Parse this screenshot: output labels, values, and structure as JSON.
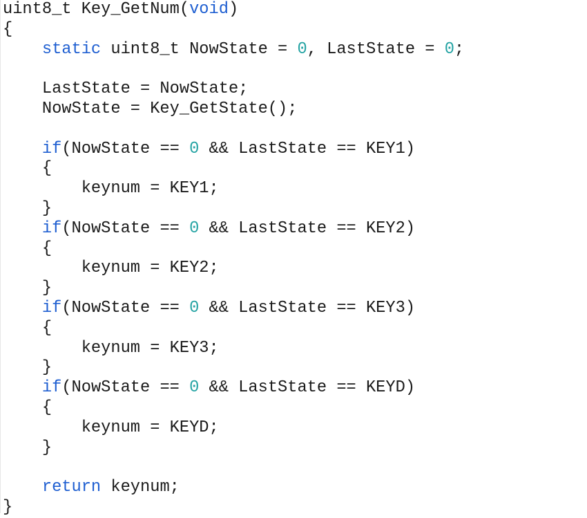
{
  "colors": {
    "background": "#ffffff",
    "keyword": "#1f5fd1",
    "number": "#24a3a3",
    "text": "#1a1a1a"
  },
  "code": {
    "lines": [
      [
        {
          "t": "uint8_t Key_GetNum(",
          "c": "plain"
        },
        {
          "t": "void",
          "c": "kw"
        },
        {
          "t": ")",
          "c": "plain"
        }
      ],
      [
        {
          "t": "{",
          "c": "plain"
        }
      ],
      [
        {
          "t": "    ",
          "c": "plain"
        },
        {
          "t": "static",
          "c": "kw"
        },
        {
          "t": " uint8_t NowState = ",
          "c": "plain"
        },
        {
          "t": "0",
          "c": "num"
        },
        {
          "t": ", LastState = ",
          "c": "plain"
        },
        {
          "t": "0",
          "c": "num"
        },
        {
          "t": ";",
          "c": "plain"
        }
      ],
      [],
      [
        {
          "t": "    LastState = NowState;",
          "c": "plain"
        }
      ],
      [
        {
          "t": "    NowState = Key_GetState();",
          "c": "plain"
        }
      ],
      [],
      [
        {
          "t": "    ",
          "c": "plain"
        },
        {
          "t": "if",
          "c": "kw"
        },
        {
          "t": "(NowState == ",
          "c": "plain"
        },
        {
          "t": "0",
          "c": "num"
        },
        {
          "t": " && LastState == KEY1)",
          "c": "plain"
        }
      ],
      [
        {
          "t": "    {",
          "c": "plain"
        }
      ],
      [
        {
          "t": "        keynum = KEY1;",
          "c": "plain"
        }
      ],
      [
        {
          "t": "    }",
          "c": "plain"
        }
      ],
      [
        {
          "t": "    ",
          "c": "plain"
        },
        {
          "t": "if",
          "c": "kw"
        },
        {
          "t": "(NowState == ",
          "c": "plain"
        },
        {
          "t": "0",
          "c": "num"
        },
        {
          "t": " && LastState == KEY2)",
          "c": "plain"
        }
      ],
      [
        {
          "t": "    {",
          "c": "plain"
        }
      ],
      [
        {
          "t": "        keynum = KEY2;",
          "c": "plain"
        }
      ],
      [
        {
          "t": "    }",
          "c": "plain"
        }
      ],
      [
        {
          "t": "    ",
          "c": "plain"
        },
        {
          "t": "if",
          "c": "kw"
        },
        {
          "t": "(NowState == ",
          "c": "plain"
        },
        {
          "t": "0",
          "c": "num"
        },
        {
          "t": " && LastState == KEY3)",
          "c": "plain"
        }
      ],
      [
        {
          "t": "    {",
          "c": "plain"
        }
      ],
      [
        {
          "t": "        keynum = KEY3;",
          "c": "plain"
        }
      ],
      [
        {
          "t": "    }",
          "c": "plain"
        }
      ],
      [
        {
          "t": "    ",
          "c": "plain"
        },
        {
          "t": "if",
          "c": "kw"
        },
        {
          "t": "(NowState == ",
          "c": "plain"
        },
        {
          "t": "0",
          "c": "num"
        },
        {
          "t": " && LastState == KEYD)",
          "c": "plain"
        }
      ],
      [
        {
          "t": "    {",
          "c": "plain"
        }
      ],
      [
        {
          "t": "        keynum = KEYD;",
          "c": "plain"
        }
      ],
      [
        {
          "t": "    }",
          "c": "plain"
        }
      ],
      [],
      [
        {
          "t": "    ",
          "c": "plain"
        },
        {
          "t": "return",
          "c": "kw"
        },
        {
          "t": " keynum;",
          "c": "plain"
        }
      ],
      [
        {
          "t": "}",
          "c": "plain"
        }
      ]
    ]
  }
}
